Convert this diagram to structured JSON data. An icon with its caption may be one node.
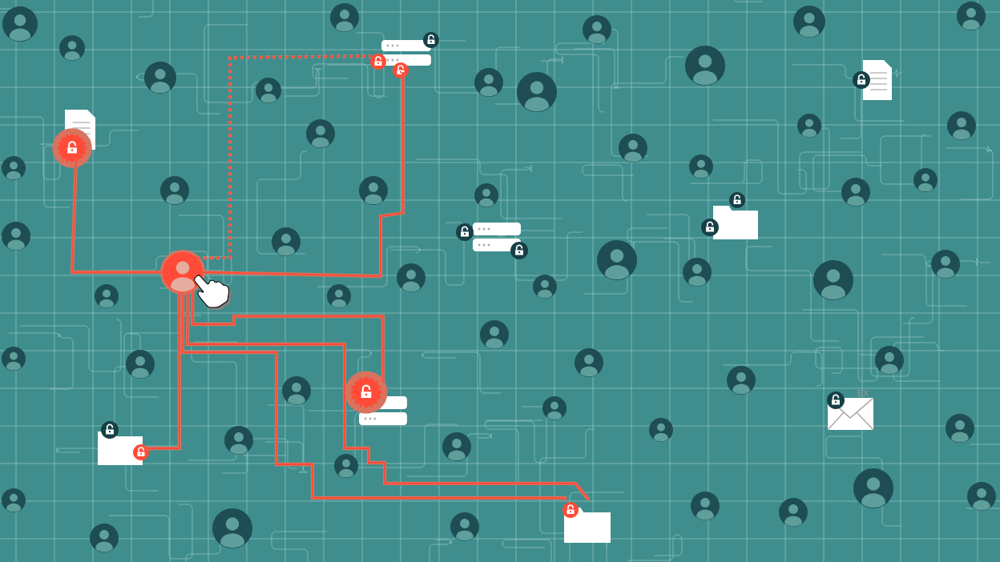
{
  "diagram": {
    "nodes": [
      {
        "text": [],
        "shape": "person"
      },
      {
        "text": [],
        "shape": "document"
      },
      {
        "text": [],
        "shape": "server"
      },
      {
        "text": [],
        "shape": "server"
      },
      {
        "text": [],
        "shape": "folder"
      },
      {
        "text": [],
        "shape": "folder"
      }
    ],
    "edges": [
      {
        "from": 0,
        "to": 1,
        "arrow": "none"
      },
      {
        "from": 0,
        "to": 2,
        "arrow": "none",
        "style": "dashed"
      },
      {
        "from": 0,
        "to": 2,
        "arrow": "none"
      },
      {
        "from": 0,
        "to": 3,
        "arrow": "none"
      },
      {
        "from": 0,
        "to": 4,
        "arrow": "none"
      },
      {
        "from": 0,
        "to": 5,
        "arrow": "none"
      },
      {
        "from": 0,
        "to": 5,
        "arrow": "none"
      }
    ],
    "labels": [
      "EX"
    ]
  }
}
